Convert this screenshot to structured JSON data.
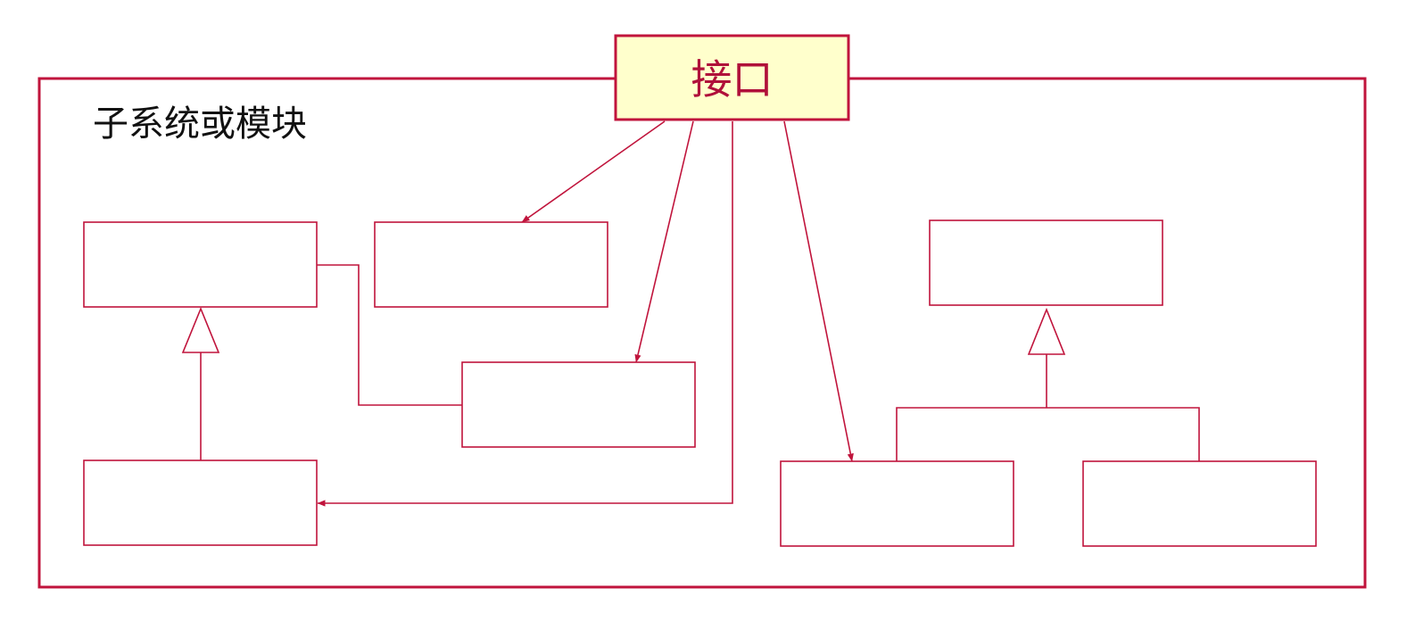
{
  "diagram": {
    "interface_label": "接口",
    "module_label": "子系统或模块",
    "colors": {
      "stroke": "#c0143c",
      "interface_fill": "#ffffcc",
      "interface_text": "#b0103a",
      "module_text": "#111111"
    },
    "relationships": [
      {
        "from": "interface",
        "to": "class-top-middle",
        "kind": "navigable-association"
      },
      {
        "from": "interface",
        "to": "class-center",
        "kind": "navigable-association"
      },
      {
        "from": "interface",
        "to": "class-bottom-left",
        "kind": "navigable-association"
      },
      {
        "from": "interface",
        "to": "class-bottom-right-a",
        "kind": "navigable-association"
      },
      {
        "from": "class-top-left",
        "to": "class-center",
        "kind": "association"
      },
      {
        "from": "class-bottom-left",
        "to": "class-top-left",
        "kind": "generalization"
      },
      {
        "from": "class-bottom-right-a",
        "to": "class-top-right",
        "kind": "generalization"
      },
      {
        "from": "class-bottom-right-b",
        "to": "class-top-right",
        "kind": "generalization"
      }
    ]
  }
}
